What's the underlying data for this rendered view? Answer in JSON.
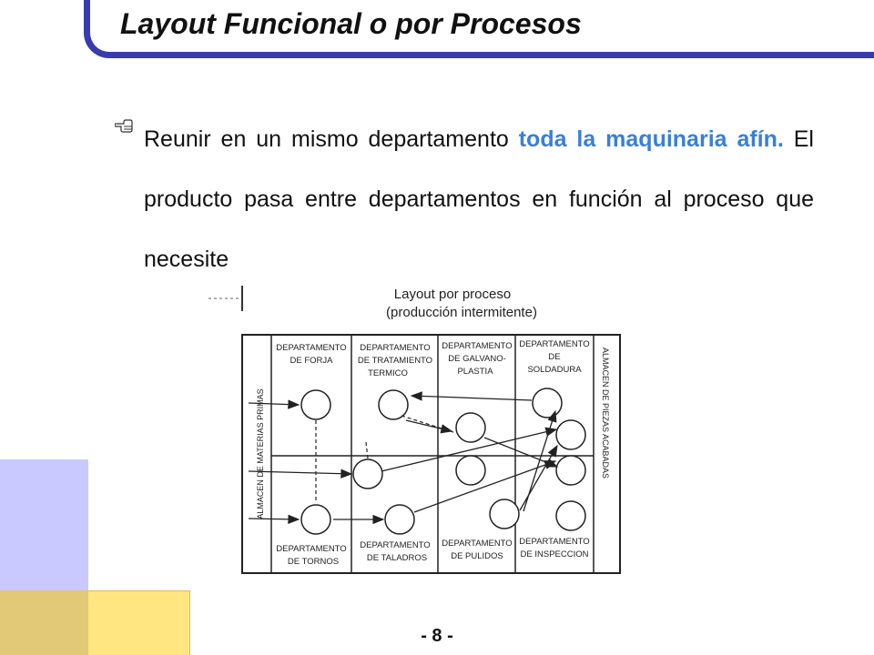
{
  "slide": {
    "title": "Layout Funcional o por Procesos",
    "page_number": "- 8 -"
  },
  "paragraph": {
    "part1": "Reunir en un mismo departamento ",
    "highlight": "toda la maquinaria afín.",
    "part2": " El producto pasa entre departamentos en función al proceso que necesite"
  },
  "diagram": {
    "title_line1": "Layout por proceso",
    "title_line2": "(producción intermitente)",
    "left_label": "ALMACEN DE MATERIAS PRIMAS",
    "right_label": "ALMACEN DE PIEZAS ACABADAS",
    "top_departments": [
      {
        "line1": "DEPARTAMENTO",
        "line2": "DE FORJA",
        "line3": ""
      },
      {
        "line1": "DEPARTAMENTO",
        "line2": "DE TRATAMIENTO",
        "line3": "TERMICO"
      },
      {
        "line1": "DEPARTAMENTO",
        "line2": "DE GALVANO-",
        "line3": "PLASTIA"
      },
      {
        "line1": "DEPARTAMENTO",
        "line2": "DE",
        "line3": "SOLDADURA"
      }
    ],
    "bottom_departments": [
      {
        "line1": "DEPARTAMENTO",
        "line2": "DE TORNOS"
      },
      {
        "line1": "DEPARTAMENTO",
        "line2": "DE TALADROS"
      },
      {
        "line1": "DEPARTAMENTO",
        "line2": "DE PULIDOS"
      },
      {
        "line1": "DEPARTAMENTO",
        "line2": "DE INSPECCION"
      }
    ]
  }
}
